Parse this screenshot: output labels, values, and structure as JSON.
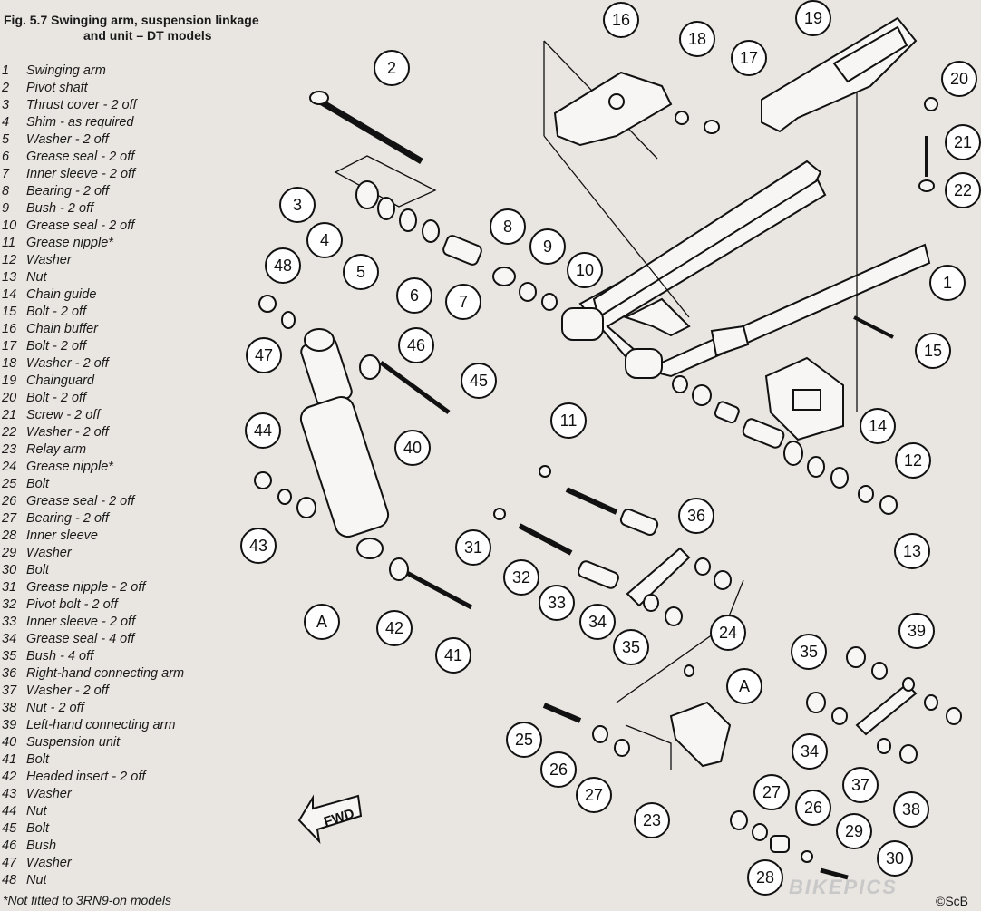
{
  "figure": {
    "title_line1": "Fig. 5.7 Swinging arm, suspension linkage",
    "title_line2": "and unit – DT models",
    "footnote": "*Not fitted to 3RN9-on models",
    "copyright": "©ScB",
    "watermark": "BIKEPICS",
    "fwd_label": "FWD"
  },
  "legend": [
    {
      "n": "1",
      "label": "Swinging arm"
    },
    {
      "n": "2",
      "label": "Pivot shaft"
    },
    {
      "n": "3",
      "label": "Thrust cover - 2 off"
    },
    {
      "n": "4",
      "label": "Shim - as required"
    },
    {
      "n": "5",
      "label": "Washer - 2 off"
    },
    {
      "n": "6",
      "label": "Grease seal - 2 off"
    },
    {
      "n": "7",
      "label": "Inner sleeve - 2 off"
    },
    {
      "n": "8",
      "label": "Bearing - 2 off"
    },
    {
      "n": "9",
      "label": "Bush - 2 off"
    },
    {
      "n": "10",
      "label": "Grease seal - 2 off"
    },
    {
      "n": "11",
      "label": "Grease nipple*"
    },
    {
      "n": "12",
      "label": "Washer"
    },
    {
      "n": "13",
      "label": "Nut"
    },
    {
      "n": "14",
      "label": "Chain guide"
    },
    {
      "n": "15",
      "label": "Bolt - 2 off"
    },
    {
      "n": "16",
      "label": "Chain buffer"
    },
    {
      "n": "17",
      "label": "Bolt - 2 off"
    },
    {
      "n": "18",
      "label": "Washer - 2 off"
    },
    {
      "n": "19",
      "label": "Chainguard"
    },
    {
      "n": "20",
      "label": "Bolt - 2 off"
    },
    {
      "n": "21",
      "label": "Screw - 2 off"
    },
    {
      "n": "22",
      "label": "Washer - 2 off"
    },
    {
      "n": "23",
      "label": "Relay arm"
    },
    {
      "n": "24",
      "label": "Grease nipple*"
    },
    {
      "n": "25",
      "label": "Bolt"
    },
    {
      "n": "26",
      "label": "Grease seal - 2 off"
    },
    {
      "n": "27",
      "label": "Bearing - 2 off"
    },
    {
      "n": "28",
      "label": "Inner sleeve"
    },
    {
      "n": "29",
      "label": "Washer"
    },
    {
      "n": "30",
      "label": "Bolt"
    },
    {
      "n": "31",
      "label": "Grease nipple - 2 off"
    },
    {
      "n": "32",
      "label": "Pivot bolt - 2 off"
    },
    {
      "n": "33",
      "label": "Inner sleeve - 2 off"
    },
    {
      "n": "34",
      "label": "Grease seal - 4 off"
    },
    {
      "n": "35",
      "label": "Bush - 4 off"
    },
    {
      "n": "36",
      "label": "Right-hand connecting arm"
    },
    {
      "n": "37",
      "label": "Washer - 2 off"
    },
    {
      "n": "38",
      "label": "Nut - 2 off"
    },
    {
      "n": "39",
      "label": "Left-hand connecting arm"
    },
    {
      "n": "40",
      "label": "Suspension unit"
    },
    {
      "n": "41",
      "label": "Bolt"
    },
    {
      "n": "42",
      "label": "Headed insert - 2 off"
    },
    {
      "n": "43",
      "label": "Washer"
    },
    {
      "n": "44",
      "label": "Nut"
    },
    {
      "n": "45",
      "label": "Bolt"
    },
    {
      "n": "46",
      "label": "Bush"
    },
    {
      "n": "47",
      "label": "Washer"
    },
    {
      "n": "48",
      "label": "Nut"
    }
  ],
  "callouts": [
    "1",
    "2",
    "3",
    "4",
    "5",
    "6",
    "7",
    "8",
    "9",
    "10",
    "11",
    "12",
    "13",
    "14",
    "15",
    "16",
    "17",
    "18",
    "19",
    "20",
    "21",
    "22",
    "23",
    "24",
    "25",
    "26",
    "27",
    "28",
    "29",
    "30",
    "31",
    "32",
    "33",
    "34",
    "35",
    "36",
    "37",
    "38",
    "39",
    "40",
    "41",
    "42",
    "43",
    "44",
    "45",
    "46",
    "47",
    "48",
    "A"
  ],
  "colors": {
    "ink": "#111111",
    "paper": "#e9e5e1",
    "part_fill": "#f7f6f4"
  }
}
